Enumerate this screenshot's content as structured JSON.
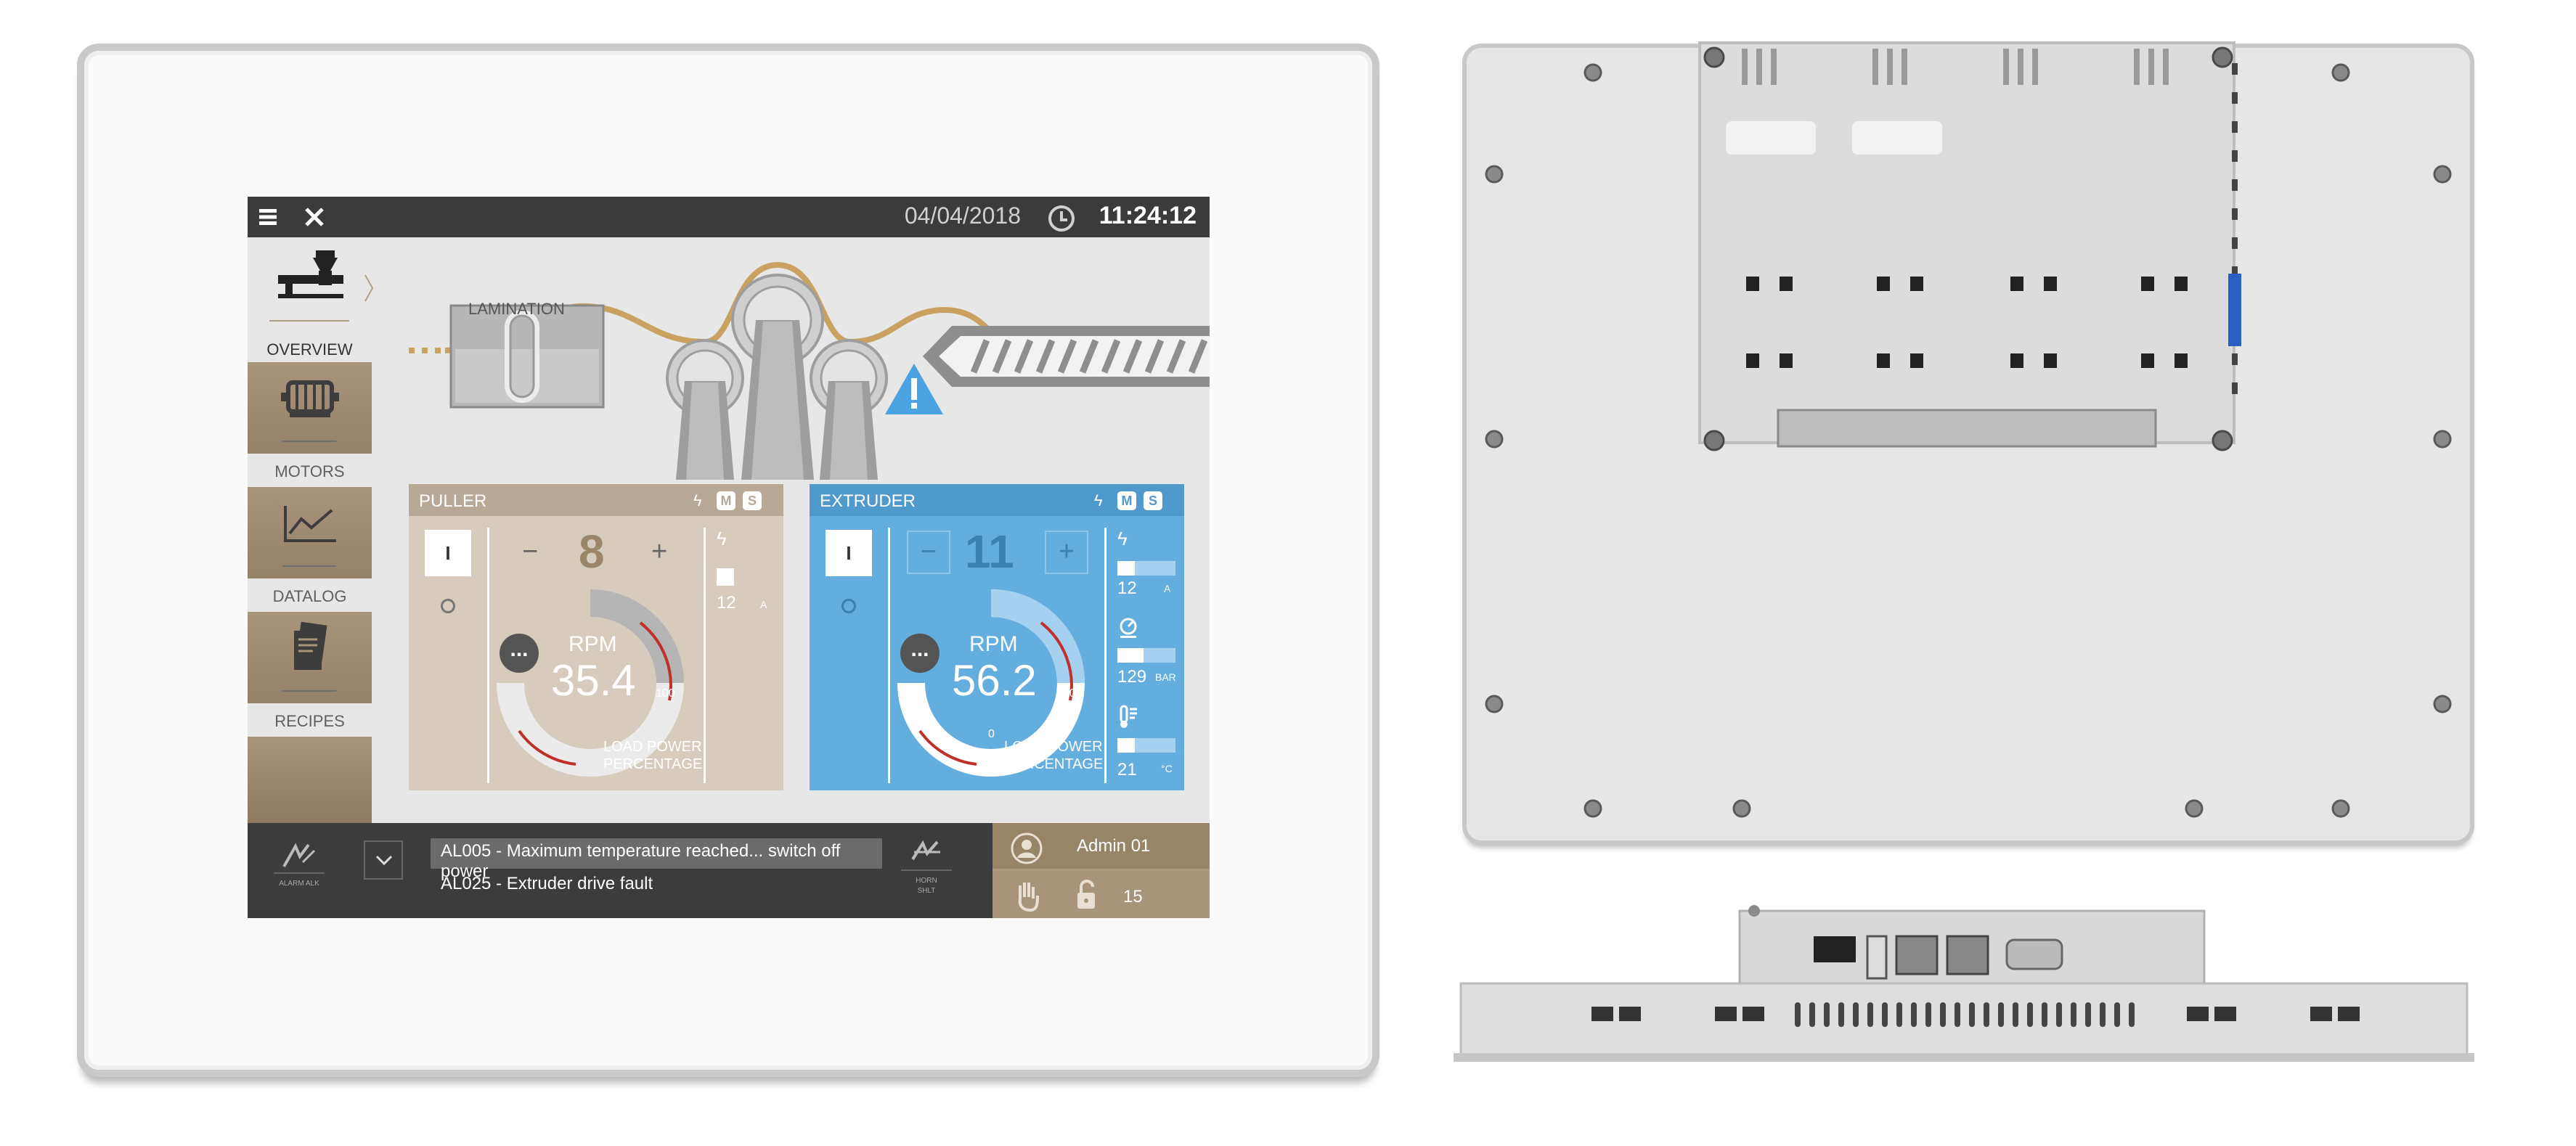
{
  "topbar": {
    "menu_icon": "hamburger-icon",
    "close_icon": "close-icon",
    "date": "04/04/2018",
    "clock_icon": "clock-icon",
    "time": "11:24:12"
  },
  "sidebar": {
    "items": [
      {
        "label": "OVERVIEW",
        "icon": "extruder-machine-icon",
        "active": true
      },
      {
        "label": "MOTORS",
        "icon": "motor-icon"
      },
      {
        "label": "DATALOG",
        "icon": "line-chart-icon"
      },
      {
        "label": "RECIPES",
        "icon": "recipe-book-icon"
      }
    ]
  },
  "process": {
    "lamination_label": "LAMINATION",
    "warning_icon": "warning-triangle-icon"
  },
  "puller": {
    "title": "PULLER",
    "badges": [
      "M",
      "S"
    ],
    "on_label": "I",
    "minus": "−",
    "plus": "+",
    "setpoint": "8",
    "rpm_label": "RPM",
    "rpm_value": "35.4",
    "gauge_max": "100",
    "load_label_1": "LOAD POWER",
    "load_label_2": "PERCENTAGE",
    "gauge_fraction": 0.35,
    "current_value": "12",
    "current_unit": "A"
  },
  "extruder": {
    "title": "EXTRUDER",
    "badges": [
      "M",
      "S"
    ],
    "on_label": "I",
    "minus": "−",
    "plus": "+",
    "setpoint": "11",
    "rpm_label": "RPM",
    "rpm_value": "56.2",
    "gauge_min": "0",
    "gauge_max": "100",
    "load_label_1": "LOAD POWER",
    "load_label_2": "PERCENTAGE",
    "gauge_fraction": 0.56,
    "current": {
      "value": "12",
      "unit": "A",
      "fraction": 0.3
    },
    "pressure": {
      "value": "129",
      "unit": "BAR",
      "fraction": 0.45
    },
    "temperature": {
      "value": "21",
      "unit": "°C",
      "fraction": 0.3
    }
  },
  "alarms": {
    "ack_label": "ALARM ALK",
    "horn_label": "HORN",
    "silence_label": "SHLT",
    "messages": [
      "AL005 - Maximum temperature reached... switch off power",
      "AL025 - Extruder drive fault"
    ]
  },
  "user": {
    "name": "Admin 01",
    "count": "15"
  },
  "colors": {
    "topbar": "#3b3b3b",
    "puller": "#d6cbbd",
    "extruder": "#63aede",
    "accent_brown": "#988568",
    "alarm_red": "#c0302a",
    "warning_blue": "#4aa3e0"
  }
}
